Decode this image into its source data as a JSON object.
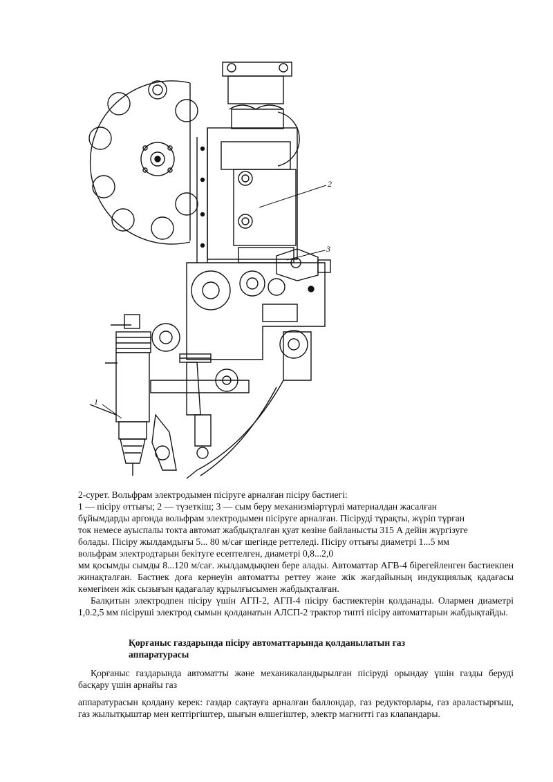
{
  "figure": {
    "labels": [
      "1",
      "2",
      "3"
    ]
  },
  "caption": {
    "lines": [
      "2-сурет. Вольфрам электродымен пісіруге арналған пісіру бастиегі:",
      "1 — пісіру оттығы; 2 — түзеткіш; 3 — сым беру механизміәртүрлі материалдан жасалған",
      "бұйымдарды аргонда вольфрам электродымен пісіруге арналған. Пісіруді тұрақты, жүріп тұрған",
      "ток немесе ауыспалы токта автомат жабдықталған қуат көзіне байланысты 315 А дейін жүргізуге",
      "болады. Пісіру жылдамдығы 5... 80 м/сағ шегінде реттеледі. Пісіру оттығы диаметрі 1...5 мм",
      "вольфрам электродтарын бекітуге есептелген, диаметрі 0,8...2,0"
    ],
    "paragraph1": "мм қосымды сымды 8...120 м/сағ. жылдамдықпен бере алады. Автоматтар АГВ-4 бірегейленген бастиекпен жинақталған. Бастиек доға кернеуін автоматты реттеу және жік жағдайының индукциялық қадағасы көмегімен жік сызығын қадағалау құрылғысымен жабдықталған.",
    "paragraph2": "Балқитын электродпен пісіру үшін АГП-2, АГП-4 пісіру бастиектерін қолданады. Олармен диаметрі 1,0.2,5 мм пісіруші электрод сымын қолданатын АЛСП-2 трактор типті пісіру автоматтарын жабдықтайды."
  },
  "heading": {
    "line1": "Қорғаныс газдарында пісіру автоматтарында қолданылатын газ",
    "line2": "аппаратурасы"
  },
  "section": {
    "para1": "Қорғаныс газдарында автоматты және механикаландырылған пісіруді орындау үшін газды беруді басқару үшін арнайы газ",
    "para2": "аппаратурасын қолдану керек: газдар сақтауға арналған баллондар, газ редукторлары, газ араластырғыш, газ жылытқыштар мен кептіргіштер, шығын өлшегіштер, электр магнитті газ клапандары."
  }
}
